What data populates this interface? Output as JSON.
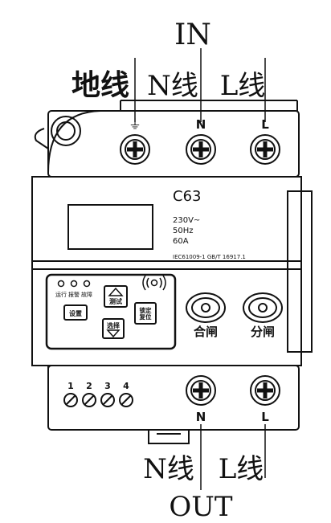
{
  "labels": {
    "in": "IN",
    "out": "OUT",
    "top_ground": "地线",
    "top_neutral": "N线",
    "top_live": "L线",
    "bottom_neutral": "N线",
    "bottom_live": "L线"
  },
  "terminals": {
    "ground_symbol": "⏚",
    "n": "N",
    "l": "L",
    "n_bottom": "N",
    "l_bottom": "L",
    "aux": [
      "1",
      "2",
      "3",
      "4"
    ]
  },
  "display": {
    "model": "C63",
    "voltage": "230V~",
    "frequency": "50Hz",
    "current": "60A",
    "standard": "IEC61009-1 GB/T 16917.1"
  },
  "panel": {
    "indicators": [
      "运行",
      "报警",
      "故障"
    ],
    "btn_set": "设置",
    "btn_test": "测试",
    "btn_select": "选择",
    "btn_lock": "锁定\n复位",
    "close_label": "合闸",
    "open_label": "分闸"
  },
  "icons": {
    "terminal_screw": "terminal-screw-icon",
    "sound": "sound-wave-icon",
    "up_arrow": "triangle-up-icon",
    "down_arrow": "triangle-down-icon"
  }
}
